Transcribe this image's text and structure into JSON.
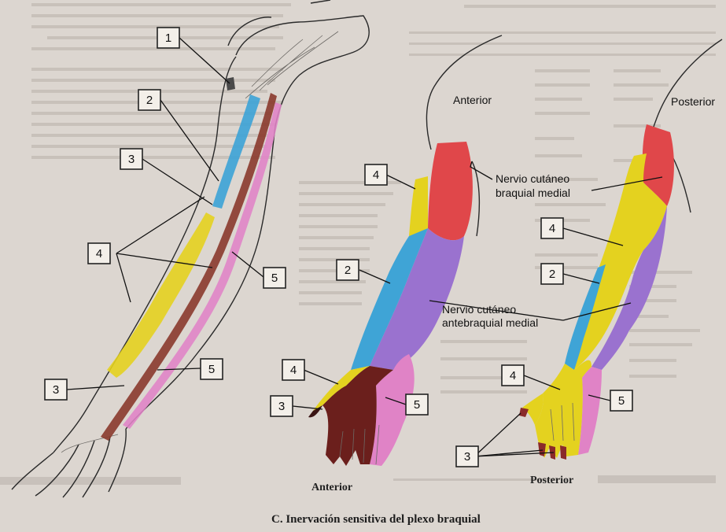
{
  "caption": "C. Inervación sensitiva del plexo braquial",
  "view_labels": {
    "mid_top": "Anterior",
    "right_top": "Posterior",
    "mid_bottom": "Anterior",
    "right_bottom": "Posterior"
  },
  "nerve_labels": {
    "cutaneo_braquial_line1": "Nervio cutáneo",
    "cutaneo_braquial_line2": "braquial medial",
    "cutaneo_antebraquial_line1": "Nervio cutáneo",
    "cutaneo_antebraquial_line2": "antebraquial medial"
  },
  "numbers": {
    "n1": "1",
    "n2": "2",
    "n3": "3",
    "n4": "4",
    "n5": "5"
  },
  "colors": {
    "region_1": "#7a7a7a",
    "region_2": "#3fa4d6",
    "region_3": "#7a2a24",
    "region_4": "#e4d21f",
    "region_5": "#e083c6",
    "cutaneo_braquial_medial": "#e0474a",
    "cutaneo_antebraquial_medial": "#9a72cf",
    "nerve_trunk": "#9c4a3a"
  }
}
